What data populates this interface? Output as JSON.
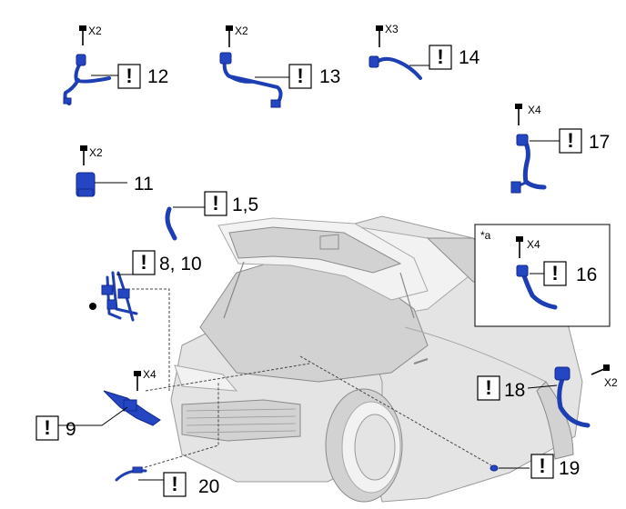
{
  "callouts": {
    "c12": {
      "icon": "!",
      "label": "12",
      "qty": "X2"
    },
    "c13": {
      "icon": "!",
      "label": "13",
      "qty": "X2"
    },
    "c14": {
      "icon": "!",
      "label": "14",
      "qty": "X3"
    },
    "c17": {
      "icon": "!",
      "label": "17",
      "qty": "X4"
    },
    "c11": {
      "label": "11",
      "qty": "X2"
    },
    "c15": {
      "icon": "!",
      "label": "1,5"
    },
    "c8": {
      "icon": "!",
      "label": "8, 10"
    },
    "c16": {
      "icon": "!",
      "label": "16",
      "qty": "X4"
    },
    "c18": {
      "icon": "!",
      "label": "18",
      "qty": "X2"
    },
    "c9": {
      "icon": "!",
      "label": "9",
      "qty": "X4"
    },
    "c19": {
      "icon": "!",
      "label": "19"
    },
    "c20": {
      "icon": "!",
      "label": "20"
    }
  },
  "inset": {
    "tag": "*a"
  },
  "colors": {
    "harness": "#1e3fb4",
    "outline": "#000000",
    "vehicle": "#e4e4e4"
  }
}
